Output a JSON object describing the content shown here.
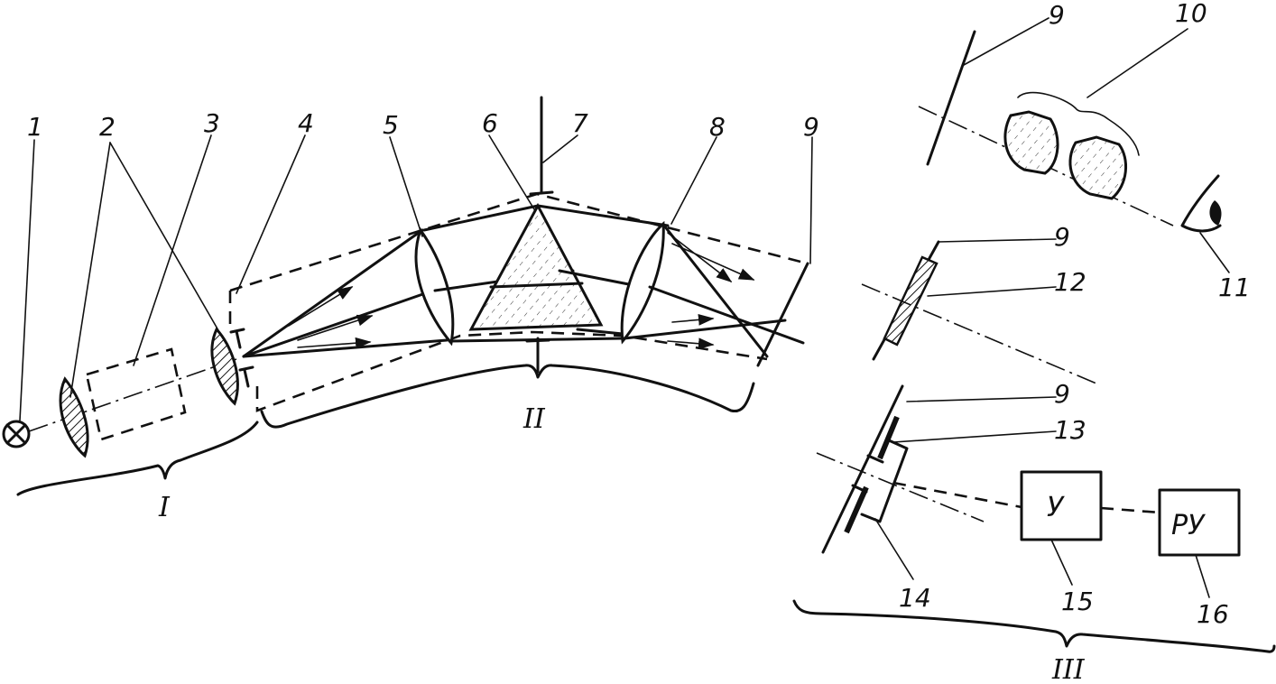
{
  "labels": {
    "l1": "1",
    "l2": "2",
    "l3": "3",
    "l4": "4",
    "l5": "5",
    "l6": "6",
    "l7": "7",
    "l8": "8",
    "l9a": "9",
    "l9b": "9",
    "l9c": "9",
    "l9d": "9",
    "l10": "10",
    "l11": "11",
    "l12": "12",
    "l13": "13",
    "l14": "14",
    "l15": "15",
    "l16": "16"
  },
  "sections": {
    "s1": "I",
    "s2": "II",
    "s3": "III"
  },
  "blocks": {
    "amplifier": "У",
    "recorder": "РУ"
  },
  "icons": {
    "source": "lamp-source-icon",
    "eye": "eye-icon"
  }
}
